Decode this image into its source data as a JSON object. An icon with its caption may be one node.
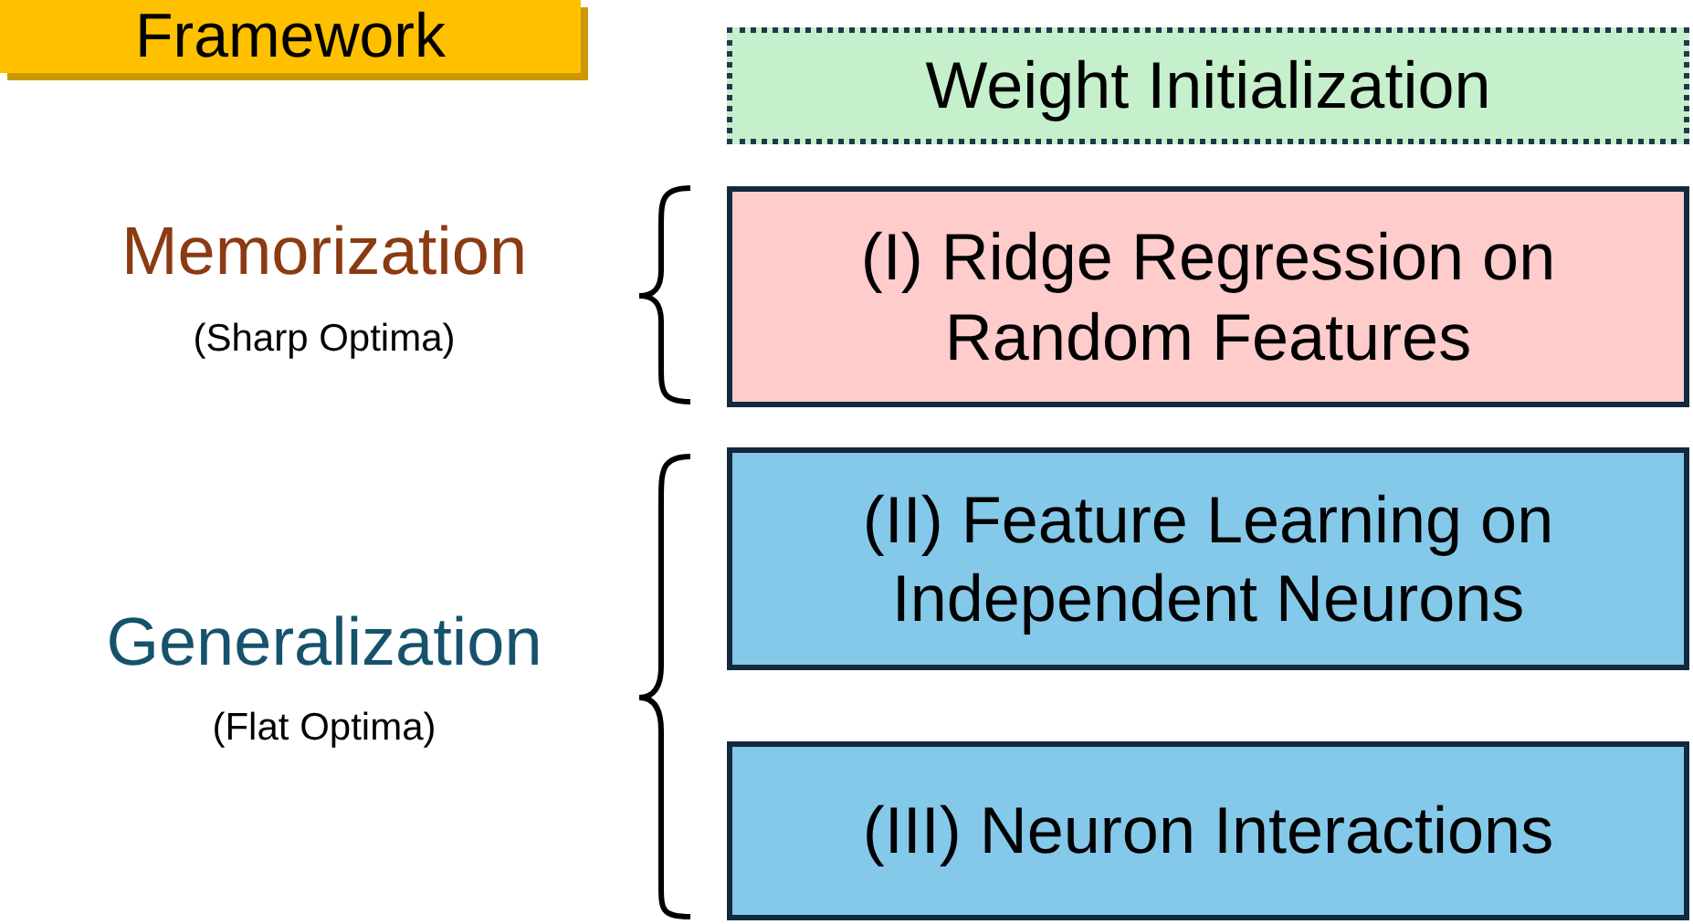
{
  "diagram": {
    "nodes": [
      {
        "text": [
          "Framework"
        ]
      },
      {
        "text": [
          "Weight Initialization"
        ]
      },
      {
        "text": [
          "(I) Ridge Regression on Random Features"
        ]
      },
      {
        "text": [
          "(II) Feature Learning on Independent Neurons"
        ]
      },
      {
        "text": [
          "(III) Neuron Interactions"
        ]
      }
    ],
    "labels": [
      "Memorization",
      "(Sharp Optima)",
      "Generalization",
      "(Flat Optima)"
    ]
  }
}
